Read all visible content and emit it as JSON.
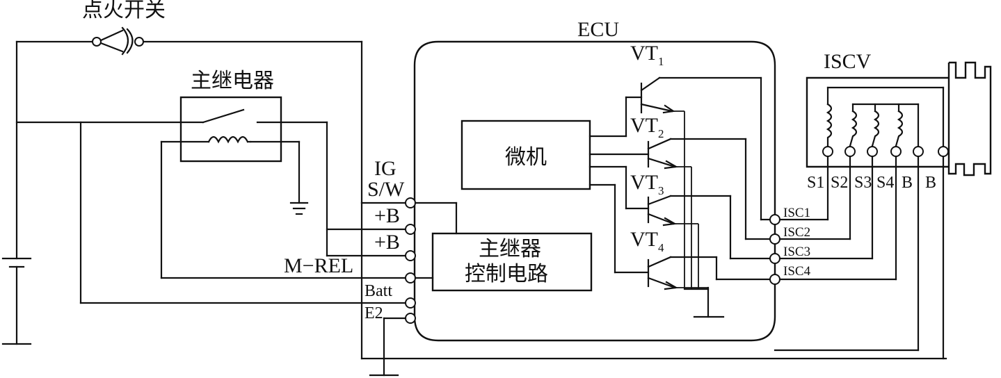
{
  "labels": {
    "ignition_switch": "点火开关",
    "main_relay": "主继电器",
    "ecu": "ECU",
    "iscv": "ISCV",
    "microcomputer": "微机",
    "relay_control_line1": "主继器",
    "relay_control_line2": "控制电路",
    "vt": "VT",
    "vt_subscripts": [
      "1",
      "2",
      "3",
      "4"
    ],
    "ecu_pins": [
      "IG",
      "S/W",
      "+B",
      "+B",
      "M−REL",
      "Batt",
      "E2"
    ],
    "isc_pins": [
      "ISC1",
      "ISC2",
      "ISC3",
      "ISC4"
    ],
    "iscv_pins": [
      "S1",
      "S2",
      "S3",
      "S4",
      "B",
      "B"
    ]
  },
  "colors": {
    "line": "#111111",
    "background": "#ffffff"
  }
}
